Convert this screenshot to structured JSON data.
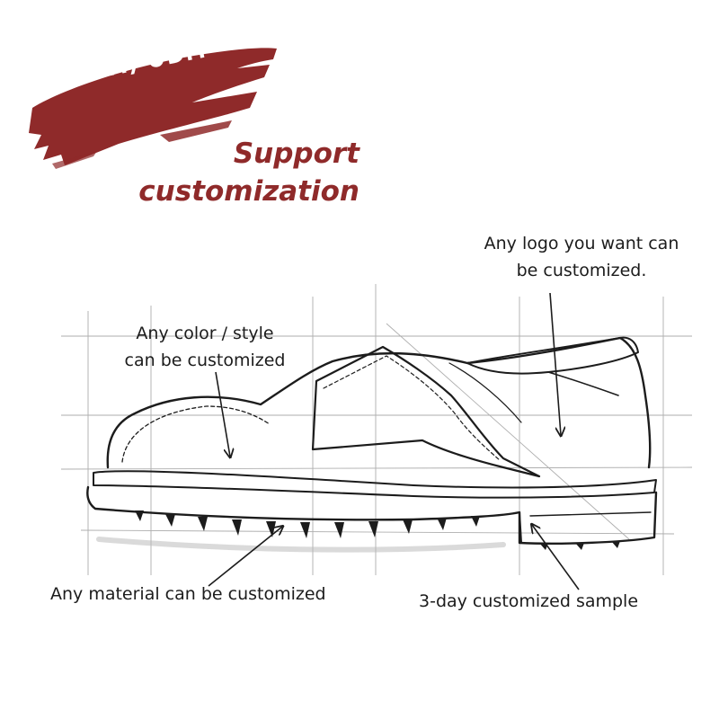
{
  "badge": {
    "text": "OEM/ODM"
  },
  "headline": {
    "line1": "Support",
    "line2": "customization"
  },
  "annotations": {
    "logo_line1": "Any logo you want can",
    "logo_line2": "be customized.",
    "color_line1": "Any color / style",
    "color_line2": "can be customized",
    "material": "Any material can be customized",
    "sample": "3-day customized sample"
  },
  "colors": {
    "accent": "#8f2a2a",
    "ink": "#1c1c1c",
    "background": "#ffffff"
  }
}
